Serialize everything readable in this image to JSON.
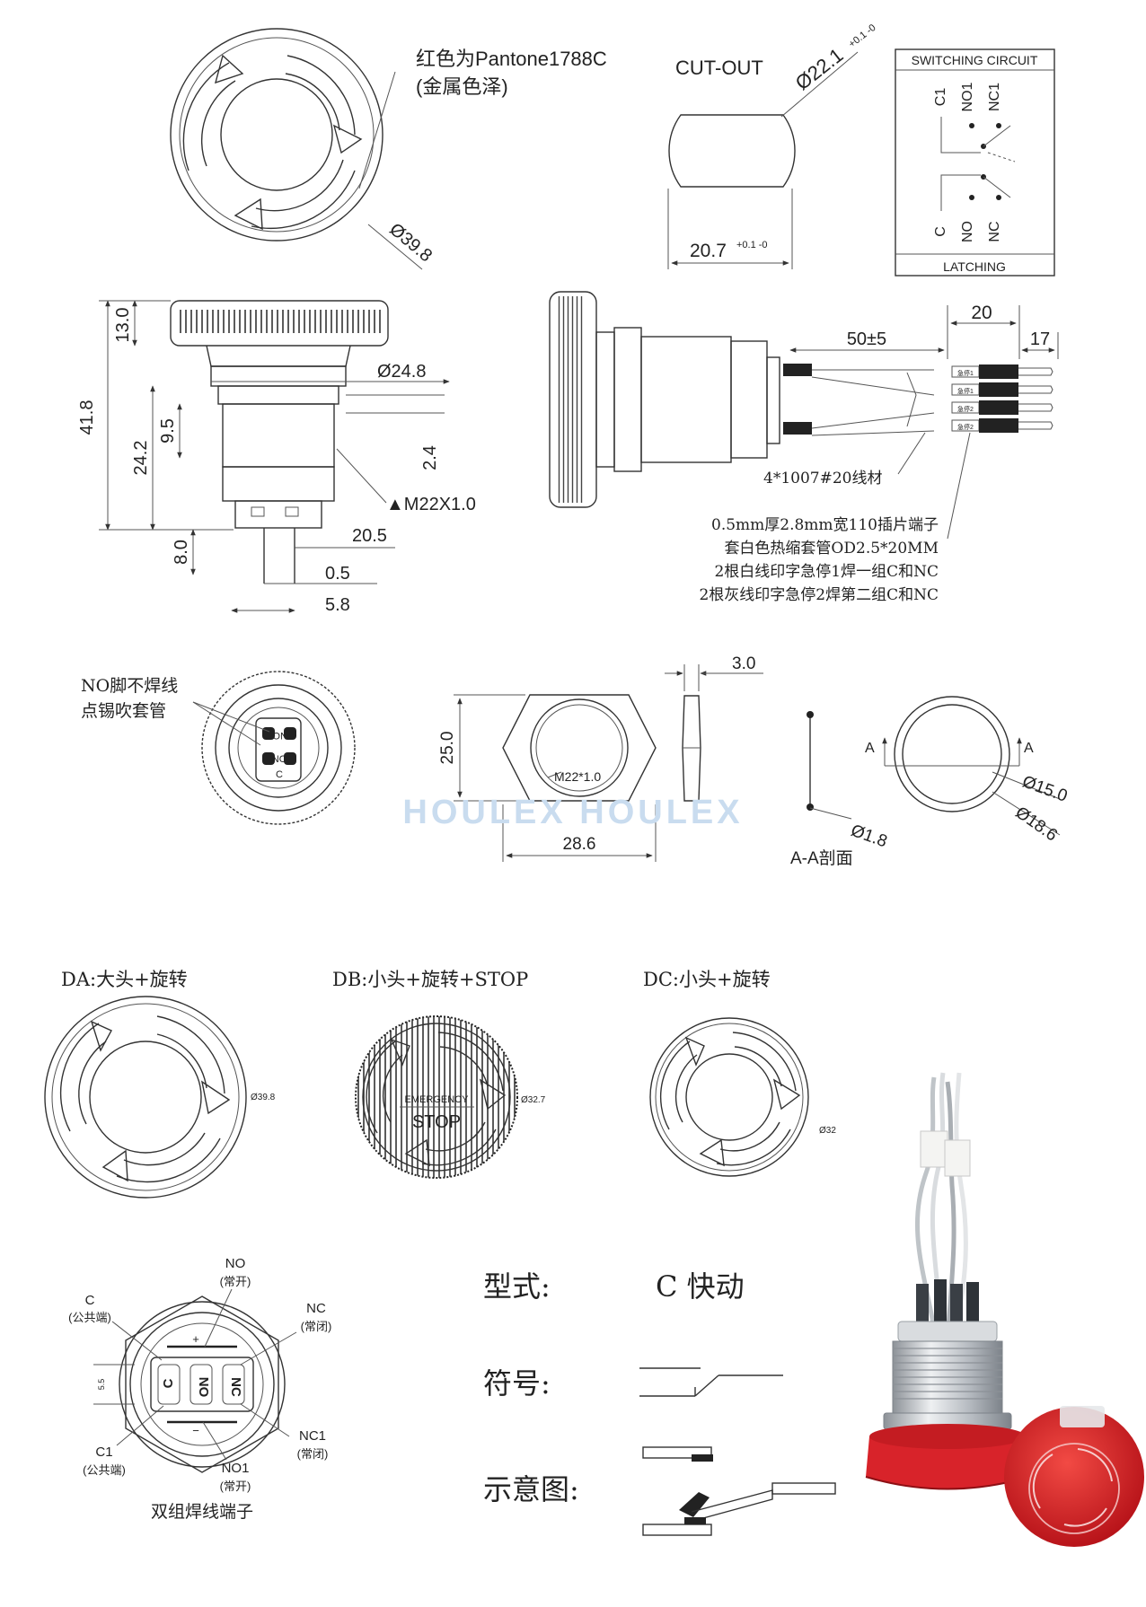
{
  "top_view": {
    "color_note_1": "红色为Pantone1788C",
    "color_note_2": "(金属色泽)",
    "diameter": "Ø39.8"
  },
  "cutout": {
    "title": "CUT-OUT",
    "diameter": "Ø22.1",
    "diameter_tol": "+0.1 -0",
    "width": "20.7",
    "width_tol": "+0.1 -0"
  },
  "circuit": {
    "title": "SWITCHING CIRCUIT",
    "footer": "LATCHING",
    "top_labels": [
      "C1",
      "NO1",
      "NC1"
    ],
    "bottom_labels": [
      "C",
      "NO",
      "NC"
    ]
  },
  "side_view": {
    "dims": [
      "13.0",
      "41.8",
      "9.5",
      "24.2",
      "Ø24.8",
      "2.4",
      "▲M22X1.0",
      "8.0",
      "20.5",
      "0.5",
      "5.8"
    ]
  },
  "wire_view": {
    "dim_20": "20",
    "dim_50": "50±5",
    "dim_17": "17",
    "wire_note": "4*1007#20线材",
    "tube_labels": [
      "急停1",
      "急停1",
      "急停2",
      "急停2"
    ],
    "notes": [
      "0.5mm厚2.8mm宽110插片端子",
      "套白色热缩套管OD2.5*20MM",
      "2根白线印字急停1焊一组C和NC",
      "2根灰线印字急停2焊第二组C和NC"
    ]
  },
  "bottom_view": {
    "note_1": "NO脚不焊线",
    "note_2": "点锡吹套管",
    "pin_labels": [
      "NC",
      "NO",
      "C"
    ]
  },
  "nut": {
    "height": "25.0",
    "thread": "M22*1.0",
    "width": "28.6",
    "thickness": "3.0"
  },
  "oring": {
    "marker": "A",
    "d1": "Ø1.8",
    "d2": "Ø15.0",
    "d3": "Ø18.6",
    "caption": "A-A剖面"
  },
  "watermark": "HOULEX HOULEX",
  "variants": [
    {
      "label": "DA:大头+旋转",
      "dia": "Ø39.8"
    },
    {
      "label": "DB:小头+旋转+STOP",
      "dia": "Ø32.7",
      "emergency": "EMERGENCY",
      "stop": "STOP"
    },
    {
      "label": "DC:小头+旋转",
      "dia": "Ø32"
    }
  ],
  "terminal": {
    "labels": {
      "c": "C",
      "c_sub": "(公共端)",
      "no": "NO",
      "no_sub": "(常开)",
      "nc": "NC",
      "nc_sub": "(常闭)",
      "nc1": "NC1",
      "nc1_sub": "(常闭)",
      "c1": "C1",
      "c1_sub": "(公共端)",
      "no1": "NO1",
      "no1_sub": "(常开)"
    },
    "dim": "5.5",
    "pins": [
      "C",
      "NO",
      "NC"
    ],
    "caption": "双组焊线端子"
  },
  "spec": {
    "type_label": "型式:",
    "type_value": "C  快动",
    "symbol_label": "符号:",
    "schematic_label": "示意图:"
  },
  "colors": {
    "button_red": "#d8232a",
    "metal": "#c9cdd2",
    "watermark": "#c9dcef"
  }
}
